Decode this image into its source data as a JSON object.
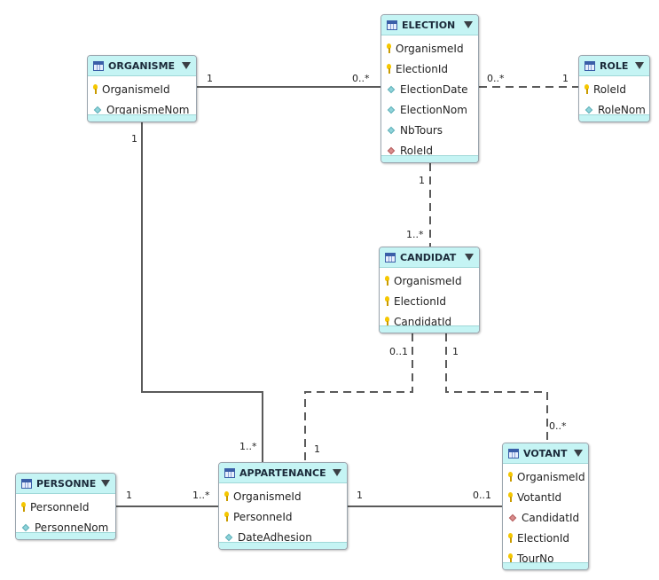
{
  "entities": {
    "organisme": {
      "title": "ORGANISME",
      "attributes": [
        {
          "name": "OrganismeId",
          "kind": "key"
        },
        {
          "name": "OrganismeNom",
          "kind": "attribute"
        }
      ]
    },
    "election": {
      "title": "ELECTION",
      "attributes": [
        {
          "name": "OrganismeId",
          "kind": "key"
        },
        {
          "name": "ElectionId",
          "kind": "key"
        },
        {
          "name": "ElectionDate",
          "kind": "attribute"
        },
        {
          "name": "ElectionNom",
          "kind": "attribute"
        },
        {
          "name": "NbTours",
          "kind": "attribute"
        },
        {
          "name": "RoleId",
          "kind": "foreign-key"
        }
      ]
    },
    "role": {
      "title": "ROLE",
      "attributes": [
        {
          "name": "RoleId",
          "kind": "key"
        },
        {
          "name": "RoleNom",
          "kind": "attribute"
        }
      ]
    },
    "candidat": {
      "title": "CANDIDAT",
      "attributes": [
        {
          "name": "OrganismeId",
          "kind": "key"
        },
        {
          "name": "ElectionId",
          "kind": "key"
        },
        {
          "name": "CandidatId",
          "kind": "key"
        }
      ]
    },
    "personne": {
      "title": "PERSONNE",
      "attributes": [
        {
          "name": "PersonneId",
          "kind": "key"
        },
        {
          "name": "PersonneNom",
          "kind": "attribute"
        }
      ]
    },
    "appartenance": {
      "title": "APPARTENANCE",
      "attributes": [
        {
          "name": "OrganismeId",
          "kind": "key"
        },
        {
          "name": "PersonneId",
          "kind": "key"
        },
        {
          "name": "DateAdhesion",
          "kind": "attribute"
        }
      ]
    },
    "votant": {
      "title": "VOTANT",
      "attributes": [
        {
          "name": "OrganismeId",
          "kind": "key"
        },
        {
          "name": "VotantId",
          "kind": "key"
        },
        {
          "name": "CandidatId",
          "kind": "foreign-key"
        },
        {
          "name": "ElectionId",
          "kind": "key"
        },
        {
          "name": "TourNo",
          "kind": "key"
        }
      ]
    }
  },
  "relationships": [
    {
      "from": "ORGANISME",
      "to": "ELECTION",
      "style": "solid",
      "from_card": "1",
      "to_card": "0..*"
    },
    {
      "from": "ELECTION",
      "to": "ROLE",
      "style": "dashed",
      "from_card": "0..*",
      "to_card": "1"
    },
    {
      "from": "ELECTION",
      "to": "CANDIDAT",
      "style": "dashed",
      "from_card": "1",
      "to_card": "1..*"
    },
    {
      "from": "ORGANISME",
      "to": "APPARTENANCE",
      "style": "solid",
      "from_card": "1",
      "to_card": "1..*"
    },
    {
      "from": "CANDIDAT",
      "to": "APPARTENANCE",
      "style": "dashed",
      "from_card": "0..1",
      "to_card": "1"
    },
    {
      "from": "CANDIDAT",
      "to": "VOTANT",
      "style": "dashed",
      "from_card": "1",
      "to_card": "0..*"
    },
    {
      "from": "PERSONNE",
      "to": "APPARTENANCE",
      "style": "solid",
      "from_card": "1",
      "to_card": "1..*"
    },
    {
      "from": "APPARTENANCE",
      "to": "VOTANT",
      "style": "solid",
      "from_card": "1",
      "to_card": "0..1"
    }
  ],
  "colors": {
    "header": "#c5f4f4",
    "key": "#f5c700",
    "attribute": "#8fd3da",
    "foreign_key": "#d98c8c",
    "line": "#5a5a5a"
  }
}
